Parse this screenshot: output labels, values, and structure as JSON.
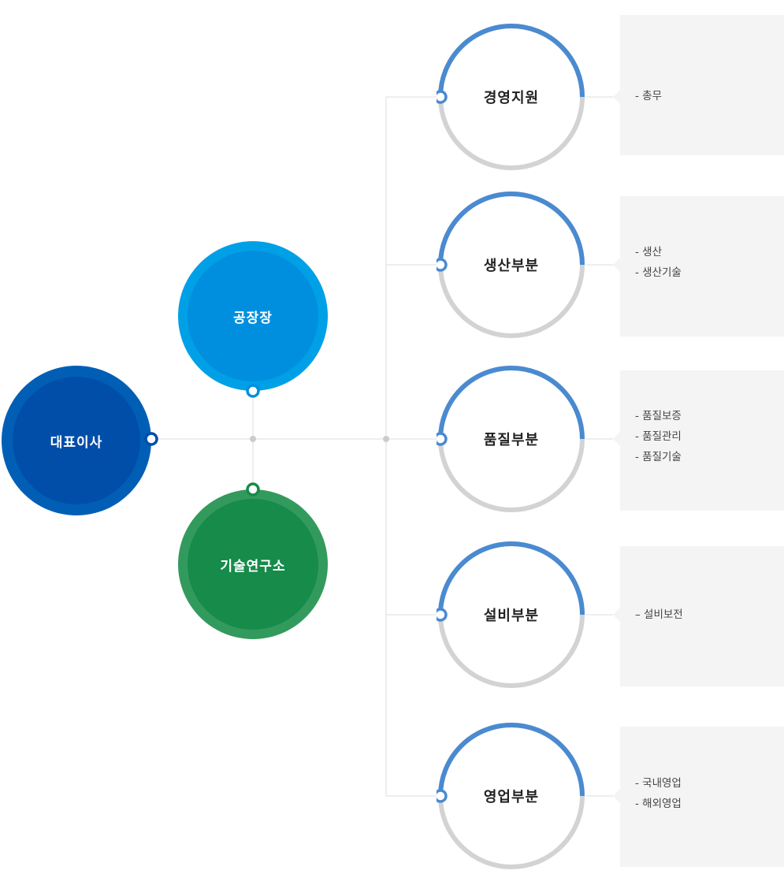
{
  "ceo": {
    "label": "대표이사"
  },
  "plant_manager": {
    "label": "공장장"
  },
  "research_lab": {
    "label": "기술연구소"
  },
  "departments": [
    {
      "name": "경영지원",
      "items": [
        "- 총무"
      ]
    },
    {
      "name": "생산부분",
      "items": [
        "- 생산",
        "- 생산기술"
      ]
    },
    {
      "name": "품질부분",
      "items": [
        "- 품질보증",
        "- 품질관리",
        "- 품질기술"
      ]
    },
    {
      "name": "설비부분",
      "items": [
        "– 설비보전"
      ]
    },
    {
      "name": "영업부분",
      "items": [
        "- 국내영업",
        "- 해외영업"
      ]
    }
  ],
  "colors": {
    "ceo": "#004ea8",
    "plant_manager": "#008fde",
    "research_lab": "#168b4a",
    "dept_ring_accent": "#4a8ad0",
    "dept_ring_base": "#d3d3d3",
    "info_panel": "#f4f4f4",
    "connector": "#dddddd"
  }
}
